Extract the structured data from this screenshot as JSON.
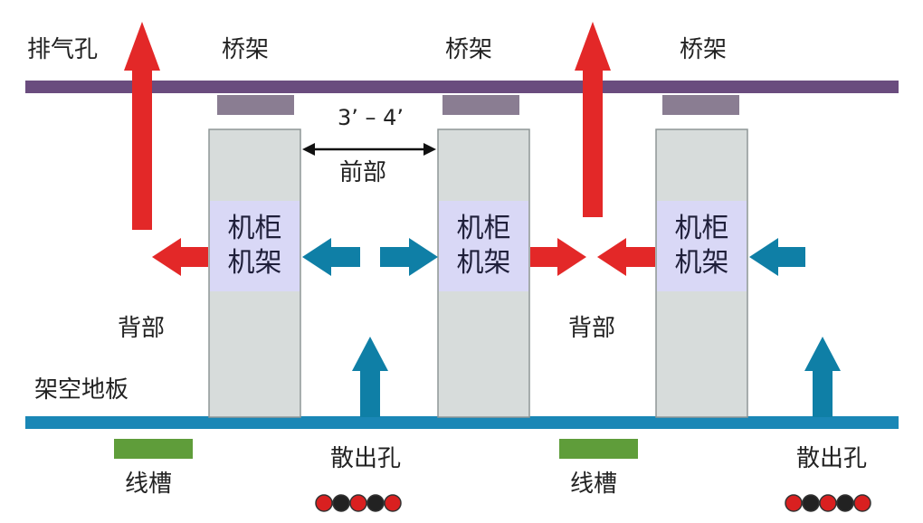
{
  "labels": {
    "exhaust": "排气孔",
    "tray": "桥架",
    "spacing": "3’ – 4’",
    "front": "前部",
    "back": "背部",
    "raised_floor": "架空地板",
    "vent": "散出孔",
    "trough": "线槽"
  },
  "rack": {
    "line1": "机柜",
    "line2": "机架"
  },
  "colors": {
    "ceiling": "#6a4c7e",
    "floor": "#1a87b6",
    "tray": "#8a7d92",
    "rack_body": "#d7dcdb",
    "rack_label_bg": "#d9d8f6",
    "hot_arrow": "#e32828",
    "cold_arrow": "#0f7fa6",
    "trough": "#5f9d3a"
  },
  "icons": [
    "arrow-up-icon",
    "arrow-left-icon",
    "arrow-right-icon",
    "double-arrow-icon",
    "vent-holes-icon"
  ]
}
